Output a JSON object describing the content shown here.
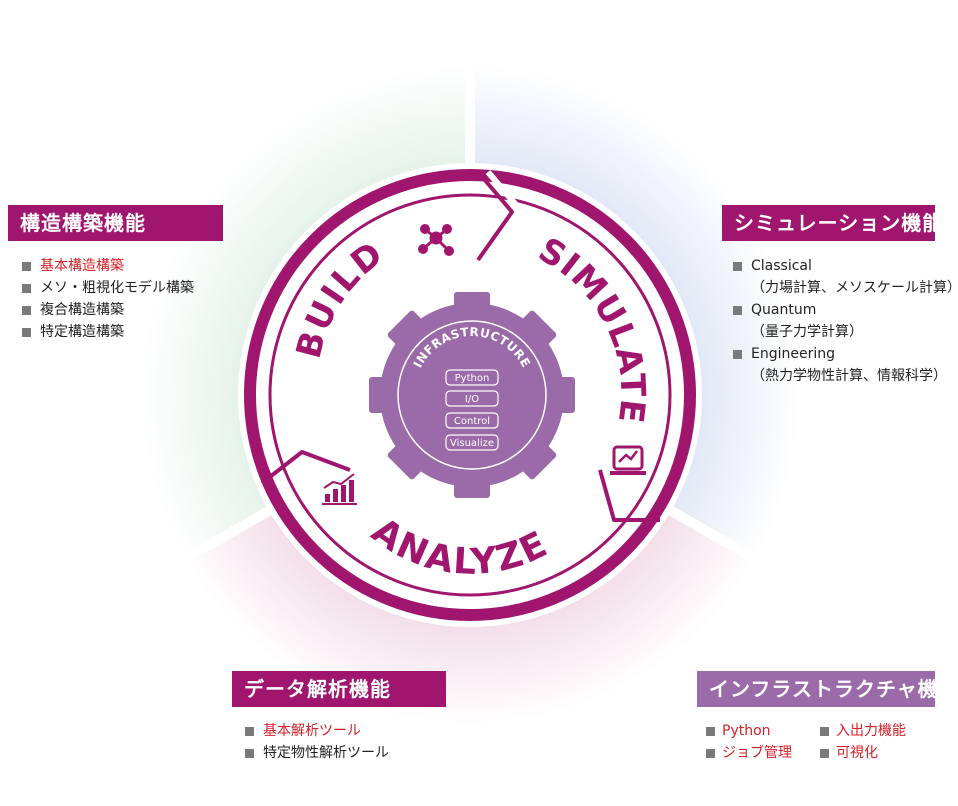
{
  "diagram": {
    "labels": {
      "build": "BUILD",
      "simulate": "SIMULATE",
      "analyze": "ANALYZE",
      "infrastructure": "INFRASTRUCTURE"
    },
    "gear_items": [
      "Python",
      "I/O",
      "Control",
      "Visualize"
    ]
  },
  "build_panel": {
    "title": "構造構築機能",
    "items": [
      "基本構造構築",
      "メソ・粗視化モデル構築",
      "複合構造構築",
      "特定構造構築"
    ]
  },
  "simulation_panel": {
    "title": "シミュレーション機能",
    "items": [
      {
        "name": "Classical",
        "desc": "（力場計算、メソスケール計算）"
      },
      {
        "name": "Quantum",
        "desc": "（量子力学計算）"
      },
      {
        "name": "Engineering",
        "desc": "（熱力学物性計算、情報科学）"
      }
    ]
  },
  "analysis_panel": {
    "title": "データ解析機能",
    "items": [
      "基本解析ツール",
      "特定物性解析ツール"
    ]
  },
  "infra_panel": {
    "title": "インフラストラクチャ機能",
    "items": [
      "Python",
      "入出力機能",
      "ジョブ管理",
      "可視化"
    ]
  },
  "colors": {
    "magenta": "#a0156e",
    "gear": "#9b6aa8",
    "red_text": "#d42027",
    "green_sector": "#cfe8d9",
    "blue_sector": "#c9d5ee",
    "pink_sector": "#e8c3d6"
  }
}
